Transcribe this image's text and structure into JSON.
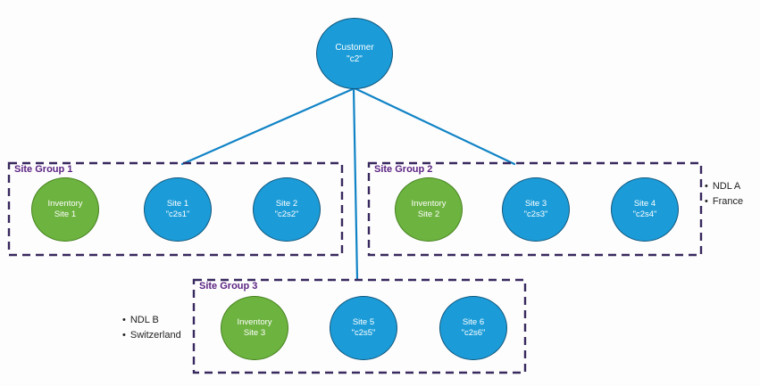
{
  "diagram": {
    "customer": {
      "line1": "Customer",
      "line2": "\"c2\""
    },
    "groups": [
      {
        "label": "Site Group 1",
        "nodes": [
          {
            "kind": "inventory",
            "line1": "Inventory",
            "line2": "Site 1"
          },
          {
            "kind": "site",
            "line1": "Site 1",
            "line2": "\"c2s1\""
          },
          {
            "kind": "site",
            "line1": "Site 2",
            "line2": "\"c2s2\""
          }
        ]
      },
      {
        "label": "Site Group 2",
        "nodes": [
          {
            "kind": "inventory",
            "line1": "Inventory",
            "line2": "Site 2"
          },
          {
            "kind": "site",
            "line1": "Site 3",
            "line2": "\"c2s3\""
          },
          {
            "kind": "site",
            "line1": "Site 4",
            "line2": "\"c2s4\""
          }
        ]
      },
      {
        "label": "Site Group 3",
        "nodes": [
          {
            "kind": "inventory",
            "line1": "Inventory",
            "line2": "Site 3"
          },
          {
            "kind": "site",
            "line1": "Site 5",
            "line2": "\"c2s5\""
          },
          {
            "kind": "site",
            "line1": "Site 6",
            "line2": "\"c2s6\""
          }
        ]
      }
    ],
    "annotations": {
      "right": {
        "items": [
          "NDL A",
          "France"
        ]
      },
      "left": {
        "items": [
          "NDL B",
          "Switzerland"
        ]
      }
    },
    "colors": {
      "site_fill": "#1b9cd8",
      "site_border": "#10567d",
      "inventory_fill": "#6db33f",
      "inventory_border": "#45821f",
      "connector": "#1083c6",
      "group_border": "#38295e",
      "group_label": "#5b2383",
      "annotation_text": "#1f1f1f"
    }
  }
}
